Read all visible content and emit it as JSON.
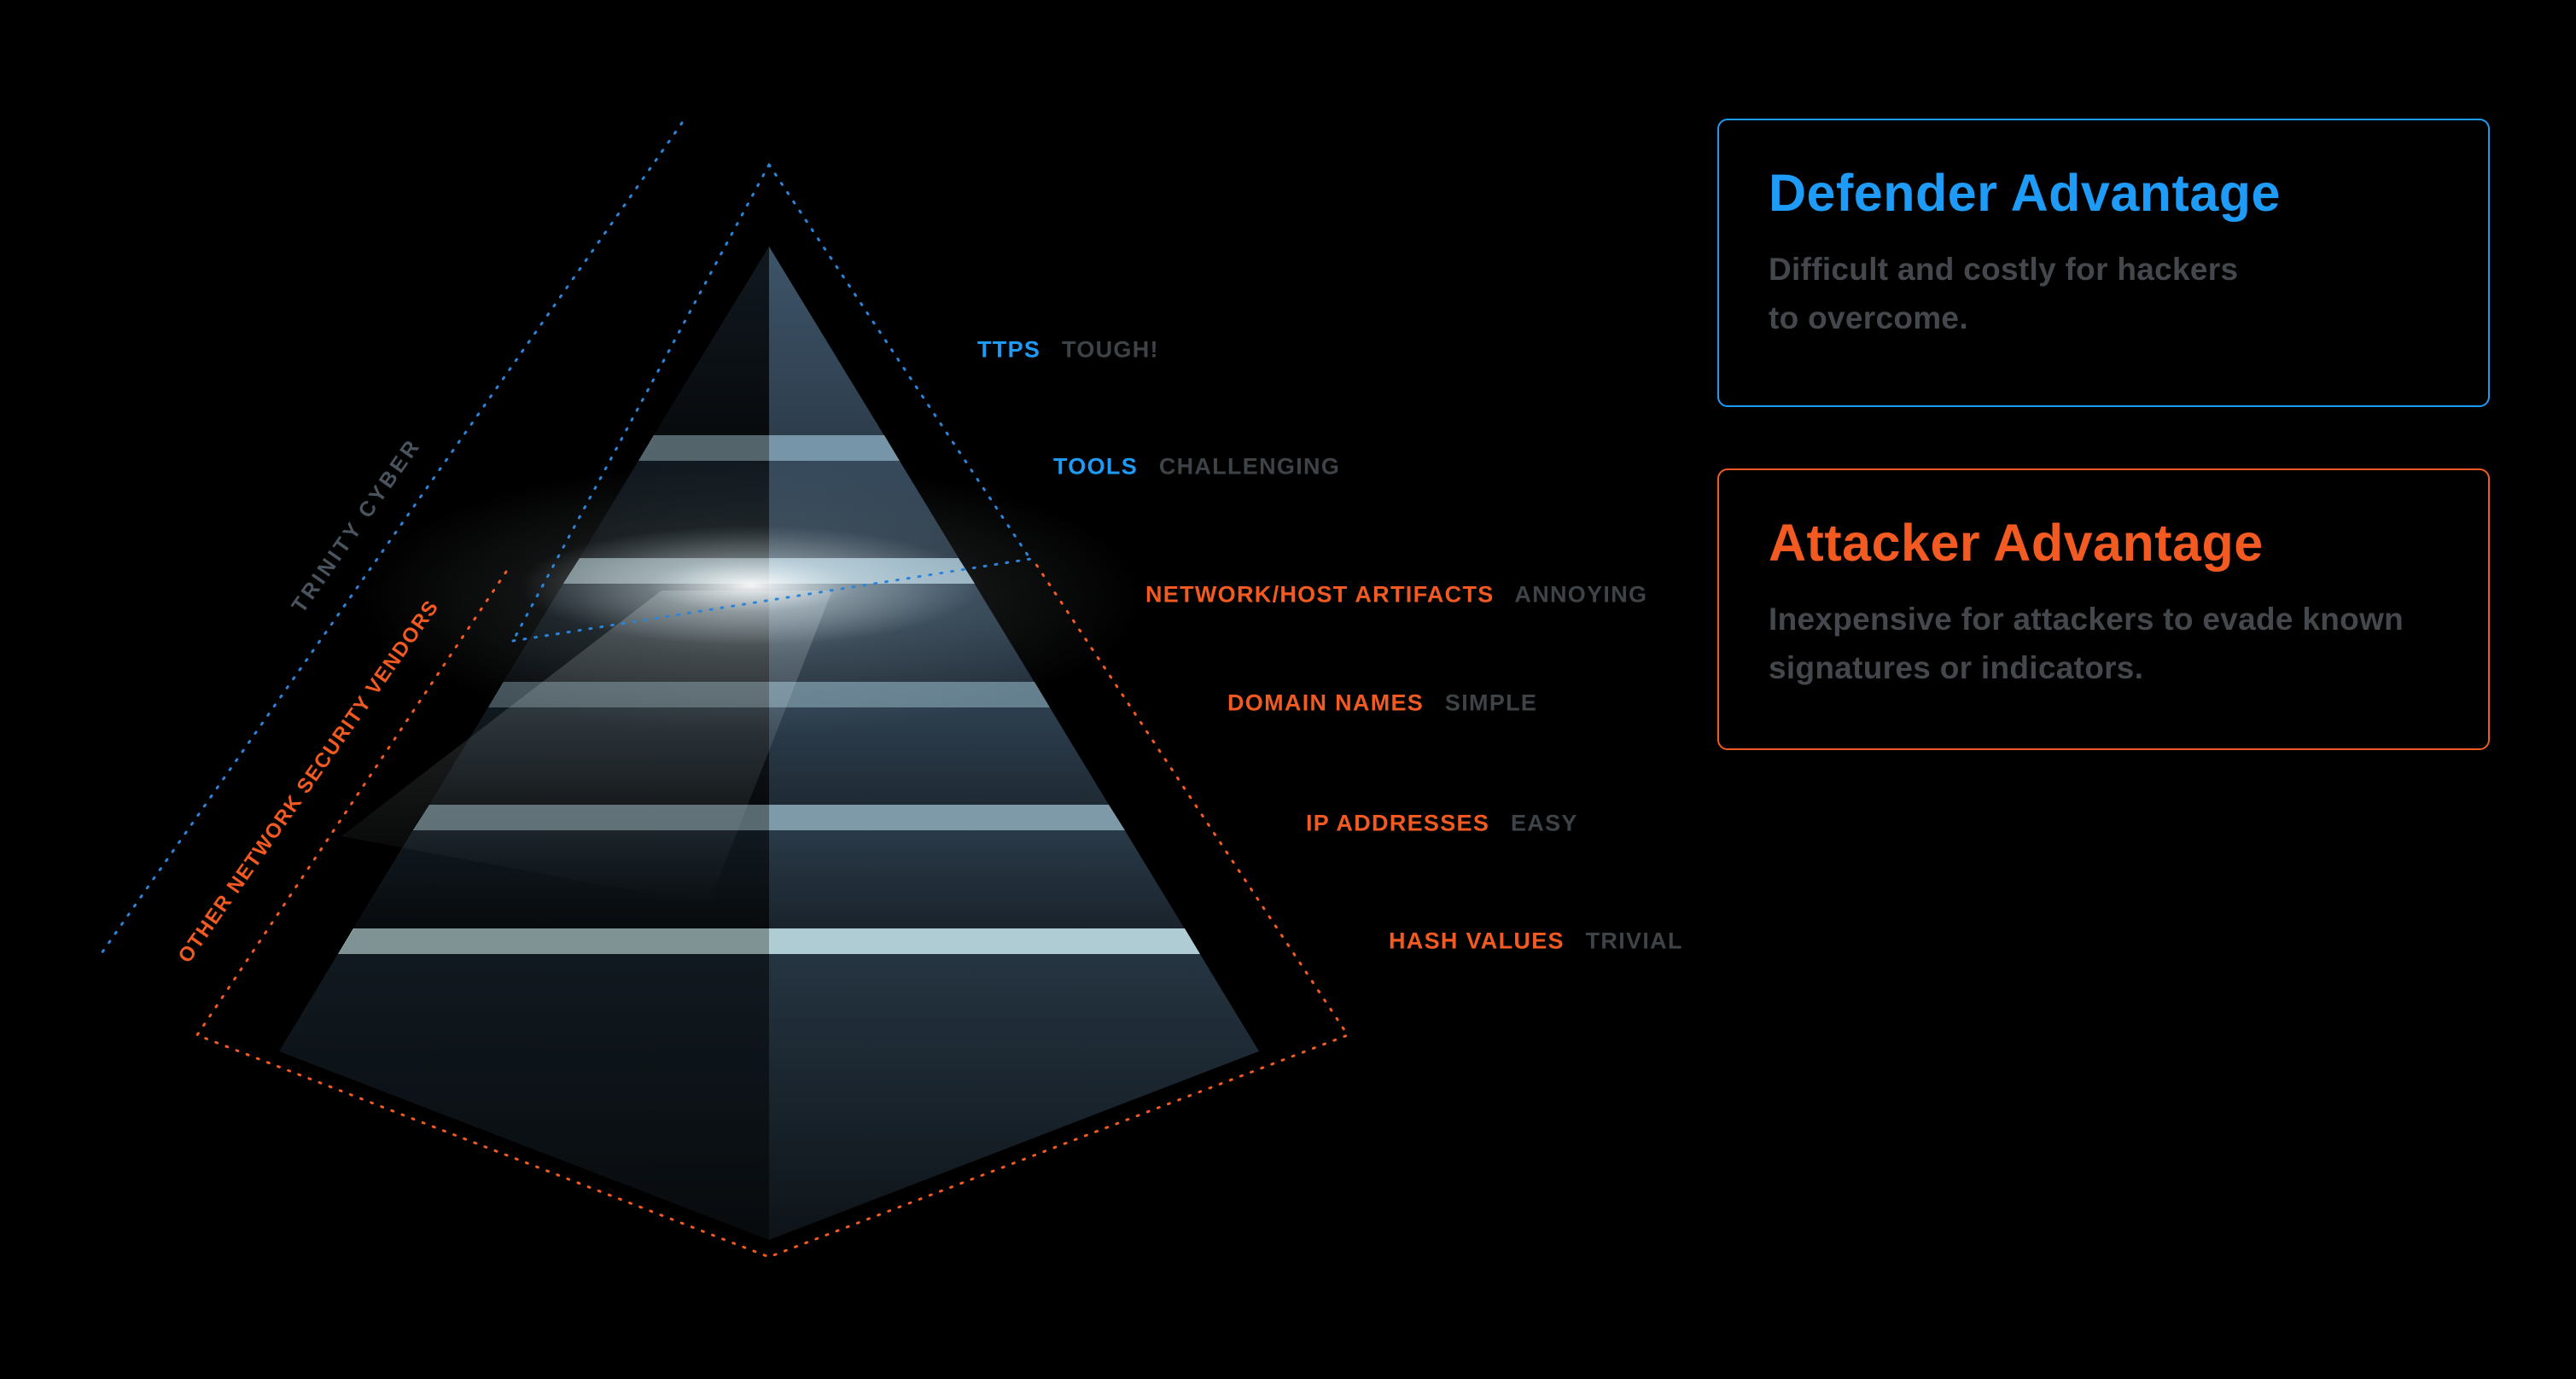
{
  "page": {
    "background": "#000000"
  },
  "pyramid": {
    "levels": [
      {
        "name": "TTPS",
        "difficulty": "TOUGH!",
        "accent": "#1e9bf7"
      },
      {
        "name": "TOOLS",
        "difficulty": "CHALLENGING",
        "accent": "#1e9bf7"
      },
      {
        "name": "NETWORK/HOST ARTIFACTS",
        "difficulty": "ANNOYING",
        "accent": "#f25a22"
      },
      {
        "name": "DOMAIN NAMES",
        "difficulty": "SIMPLE",
        "accent": "#f25a22"
      },
      {
        "name": "IP ADDRESSES",
        "difficulty": "EASY",
        "accent": "#f25a22"
      },
      {
        "name": "HASH VALUES",
        "difficulty": "TRIVIAL",
        "accent": "#f25a22"
      }
    ],
    "side_labels": {
      "defender_vendor": "TRINITY CYBER",
      "attacker_vendors": "OTHER NETWORK SECURITY VENDORS"
    }
  },
  "legend": {
    "defender": {
      "title": "Defender Advantage",
      "body_line1": "Difficult and costly for hackers",
      "body_line2": "to overcome."
    },
    "attacker": {
      "title": "Attacker Advantage",
      "body_line1": "Inexpensive for attackers to evade known",
      "body_line2": "signatures or indicators."
    }
  },
  "colors": {
    "defender_accent": "#1e9bf7",
    "attacker_accent": "#f25a22",
    "muted_text": "#3e4347",
    "band_teal": "#b7d3d6",
    "background": "#000000"
  }
}
